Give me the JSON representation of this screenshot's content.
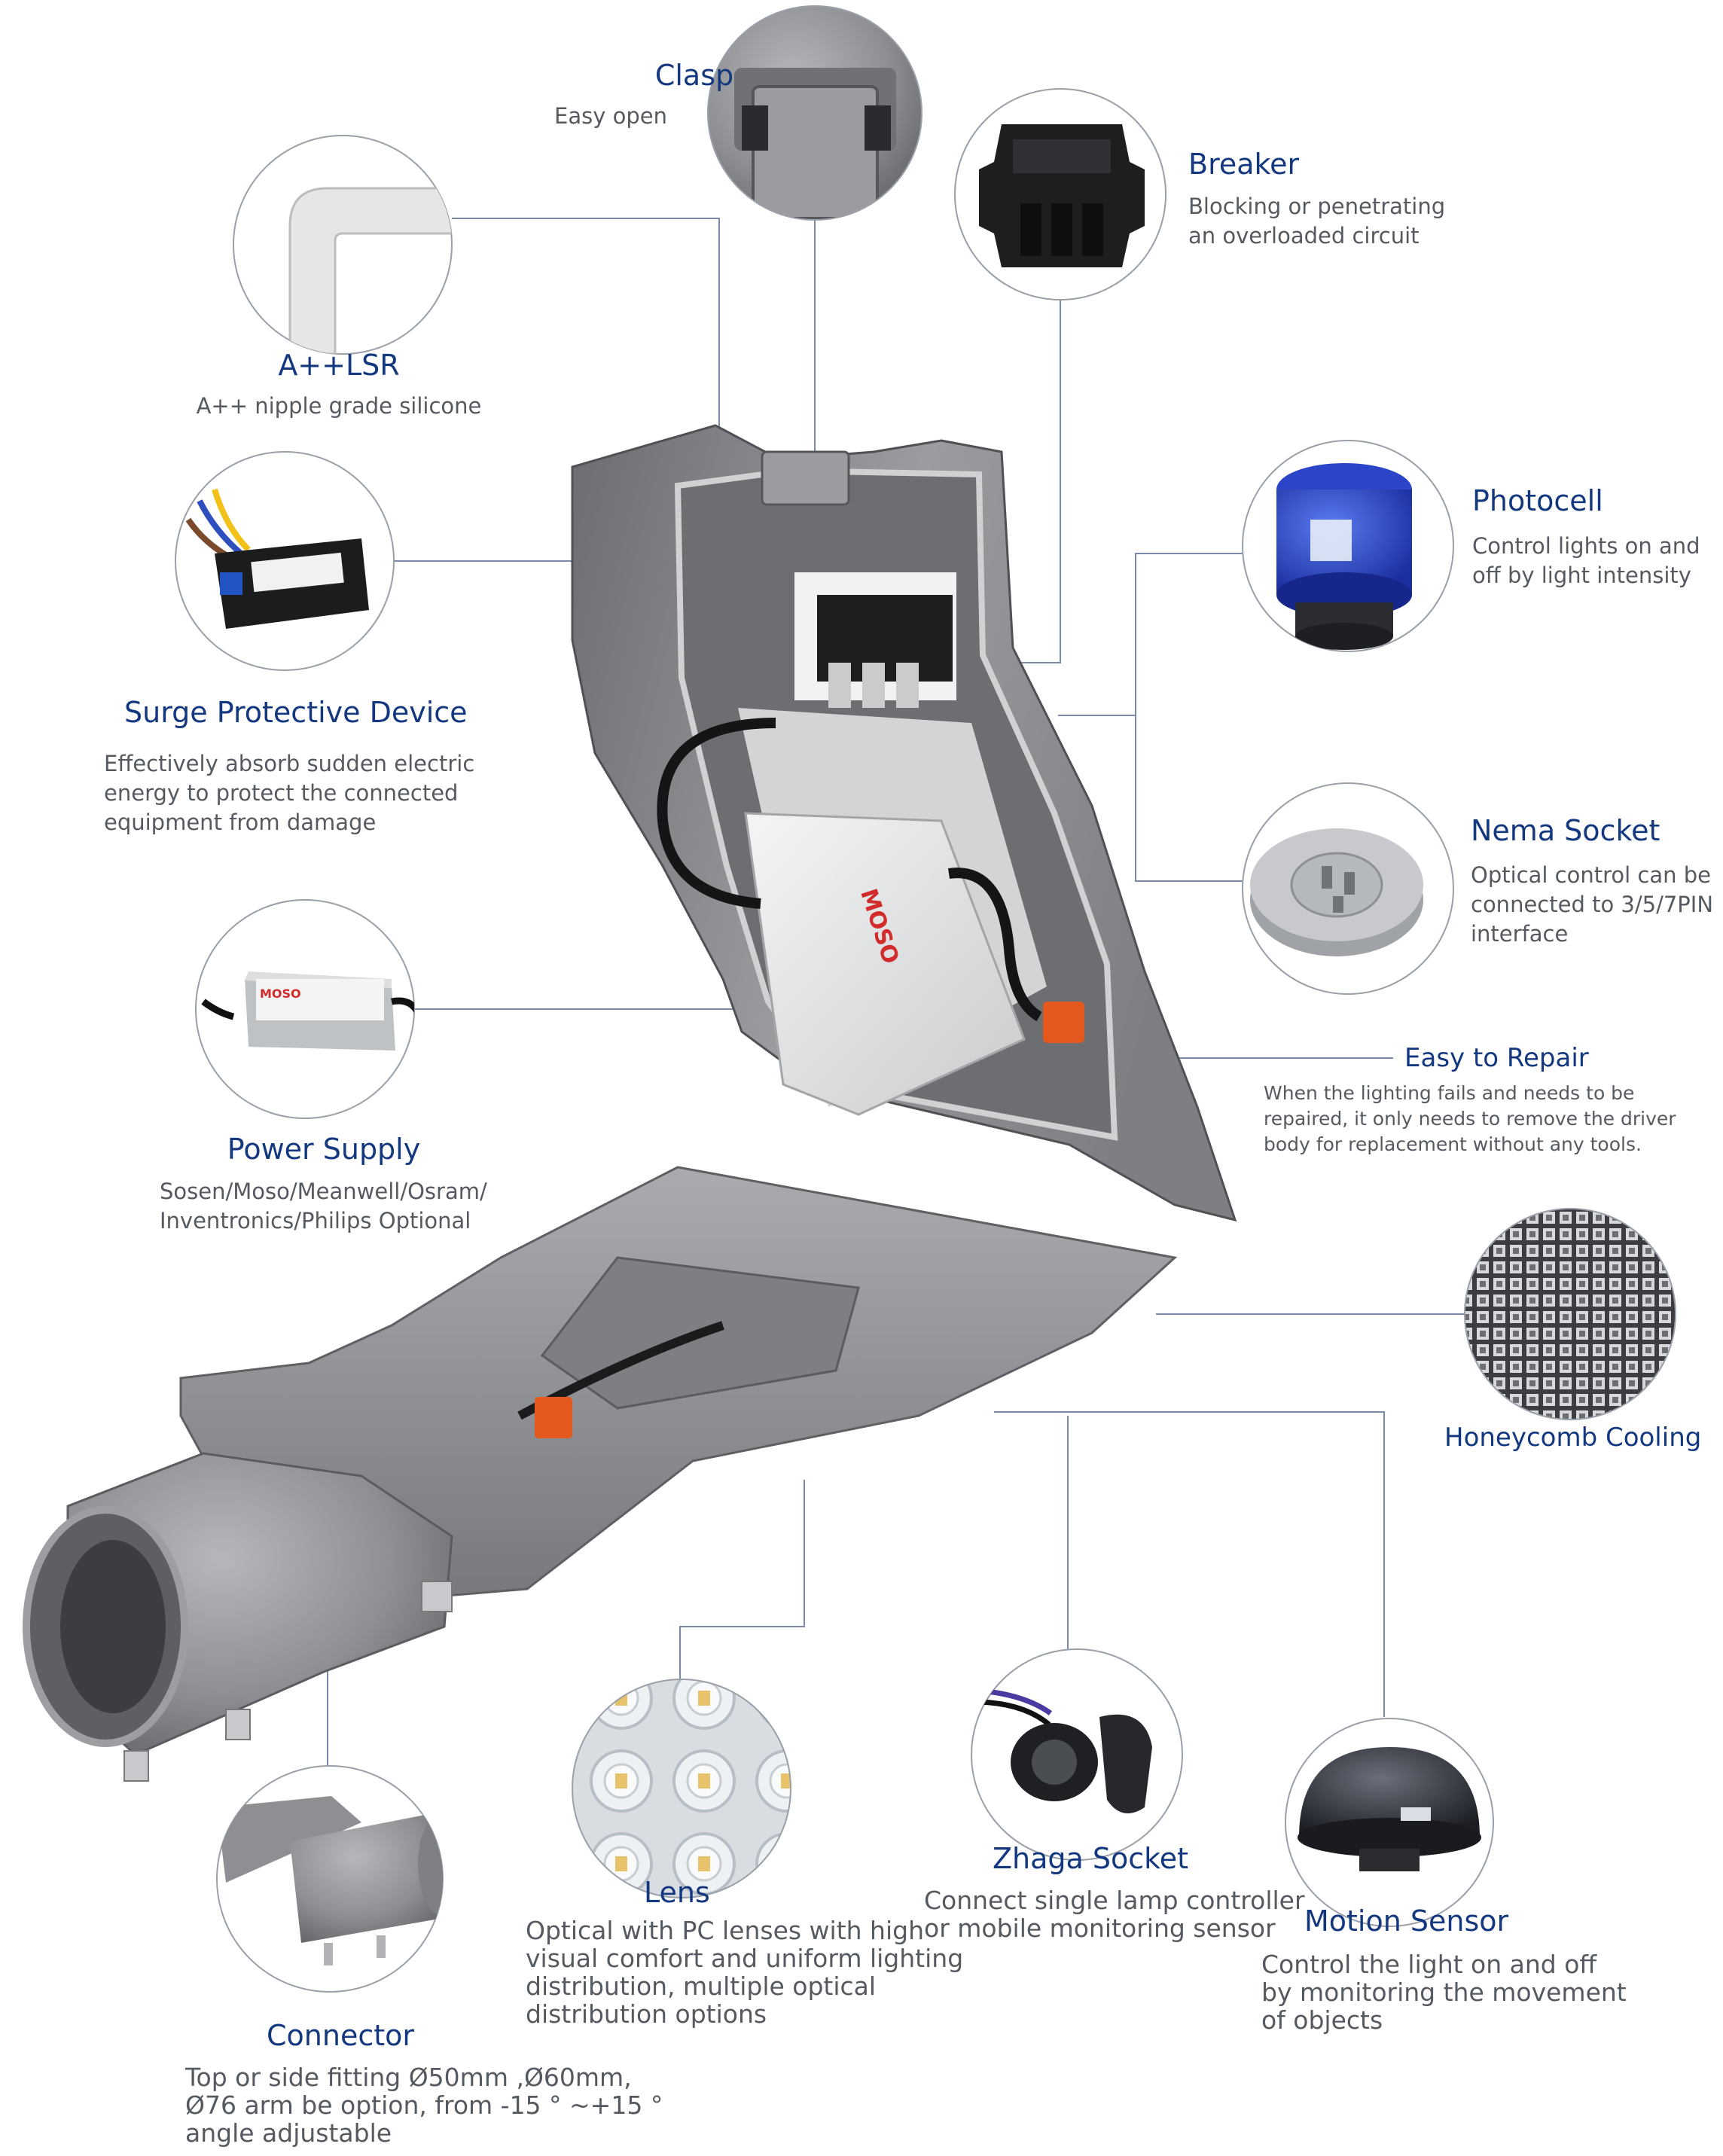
{
  "colors": {
    "title": "#14387f",
    "text": "#555a60",
    "connector_line": "#7a8aa8",
    "housing": "#8b8d90",
    "housing_dark": "#5c5e62",
    "driver_white": "#e9eaea"
  },
  "labels": {
    "clasp": {
      "title": "Clasp",
      "desc": [
        "Easy open"
      ]
    },
    "breaker": {
      "title": "Breaker",
      "desc": [
        "Blocking or penetrating",
        "an overloaded circuit"
      ]
    },
    "lsr": {
      "title": "A++LSR",
      "desc": [
        "A++ nipple grade silicone"
      ]
    },
    "photocell": {
      "title": "Photocell",
      "desc": [
        "Control lights on and",
        "off by light intensity"
      ]
    },
    "spd": {
      "title": "Surge Protective Device",
      "desc": [
        "Effectively absorb sudden electric",
        "energy to protect the connected",
        "equipment from damage"
      ]
    },
    "nema": {
      "title": "Nema Socket",
      "desc": [
        "Optical control can be",
        "connected to 3/5/7PIN",
        "interface"
      ]
    },
    "power": {
      "title": "Power Supply",
      "desc": [
        "Sosen/Moso/Meanwell/Osram/",
        "Inventronics/Philips Optional"
      ]
    },
    "repair": {
      "title": "Easy to Repair",
      "desc": [
        "When the lighting fails and needs to be",
        "repaired, it only needs to remove the driver",
        "body for replacement without any tools."
      ]
    },
    "honeycomb": {
      "title": "Honeycomb Cooling"
    },
    "lens": {
      "title": "Lens",
      "desc": [
        "Optical with PC lenses with high",
        "visual comfort and uniform lighting",
        "distribution, multiple optical",
        "distribution options"
      ]
    },
    "zhaga": {
      "title": "Zhaga Socket",
      "desc": [
        "Connect single lamp controller",
        "or mobile monitoring sensor"
      ]
    },
    "motion": {
      "title": "Motion Sensor",
      "desc": [
        "Control the light on and off",
        "by monitoring the movement",
        "of objects"
      ]
    },
    "connector": {
      "title": "Connector",
      "desc": [
        "Top or side fitting Ø50mm ,Ø60mm,",
        "Ø76 arm be option, from -15 ° ~+15 °",
        "angle adjustable"
      ]
    }
  },
  "driver_brand": "MOSO",
  "icons": [
    "clasp-photo",
    "breaker-photo",
    "silicone-gasket-photo",
    "photocell-photo",
    "surge-protector-photo",
    "nema-socket-photo",
    "power-supply-photo",
    "honeycomb-photo",
    "lens-photo",
    "zhaga-socket-photo",
    "motion-sensor-photo",
    "connector-photo",
    "street-light-exploded-view"
  ]
}
